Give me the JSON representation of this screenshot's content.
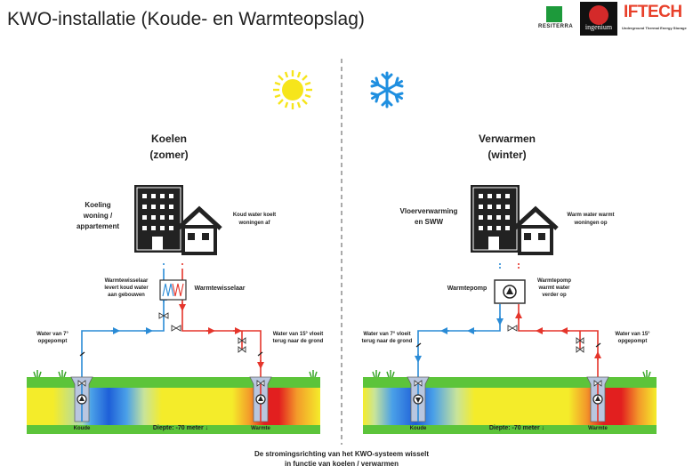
{
  "header": {
    "title": "KWO-installatie (Koude- en Warmteopslag)"
  },
  "logos": {
    "resiterra": "RESITERRA",
    "ingenium": "ingenium",
    "iftech": "IFTECH",
    "iftech_tagline": "Underground Thermal Energy Storage"
  },
  "left": {
    "heading_line1": "Koelen",
    "heading_line2": "(zomer)",
    "use_line1": "Koeling",
    "use_line2": "woning /",
    "use_line3": "appartement",
    "effect_line1": "Koud water koelt",
    "effect_line2": "woningen af",
    "exchanger_note_line1": "Warmtewisselaar",
    "exchanger_note_line2": "levert koud water",
    "exchanger_note_line3": "aan gebouwen",
    "exchanger_label": "Warmtewisselaar",
    "in_note_line1": "Water van 7°",
    "in_note_line2": "opgepompt",
    "out_note_line1": "Water van 15° vloeit",
    "out_note_line2": "terug naar de grond",
    "cold_well": "Koude",
    "warm_well": "Warmte",
    "depth": "Diepte: -70 meter ↓"
  },
  "right": {
    "heading_line1": "Verwarmen",
    "heading_line2": "(winter)",
    "use_line1": "Vloerverwarming",
    "use_line2": "en SWW",
    "effect_line1": "Warm water warmt",
    "effect_line2": "woningen op",
    "pump_note_line1": "Warmtepomp",
    "pump_note_line2": "warmt water",
    "pump_note_line3": "verder op",
    "pump_label": "Warmtepomp",
    "in_note_line1": "Water van 7° vloeit",
    "in_note_line2": "terug naar de grond",
    "out_note_line1": "Water van 15°",
    "out_note_line2": "opgepompt",
    "cold_well": "Koude",
    "warm_well": "Warmte",
    "depth": "Diepte: -70 meter ↓"
  },
  "footer": {
    "line1": "De stromingsrichting van het KWO-systeem wisselt",
    "line2": "in functie van koelen / verwarmen"
  },
  "colors": {
    "cold_pipe": "#2a8bd6",
    "warm_pipe": "#e5352b",
    "grass": "#5cc43a",
    "soil": "#f4ec2a",
    "cold_zone": "#1e5fd8",
    "warm_zone": "#e21f1f",
    "sun": "#f6e51b",
    "snow": "#1f8fe0"
  },
  "icons": [
    "sun-icon",
    "snowflake-icon",
    "building-icon",
    "house-icon",
    "heat-exchanger-icon",
    "heat-pump-icon",
    "pump-icon",
    "valve-icon",
    "grass-icon"
  ]
}
